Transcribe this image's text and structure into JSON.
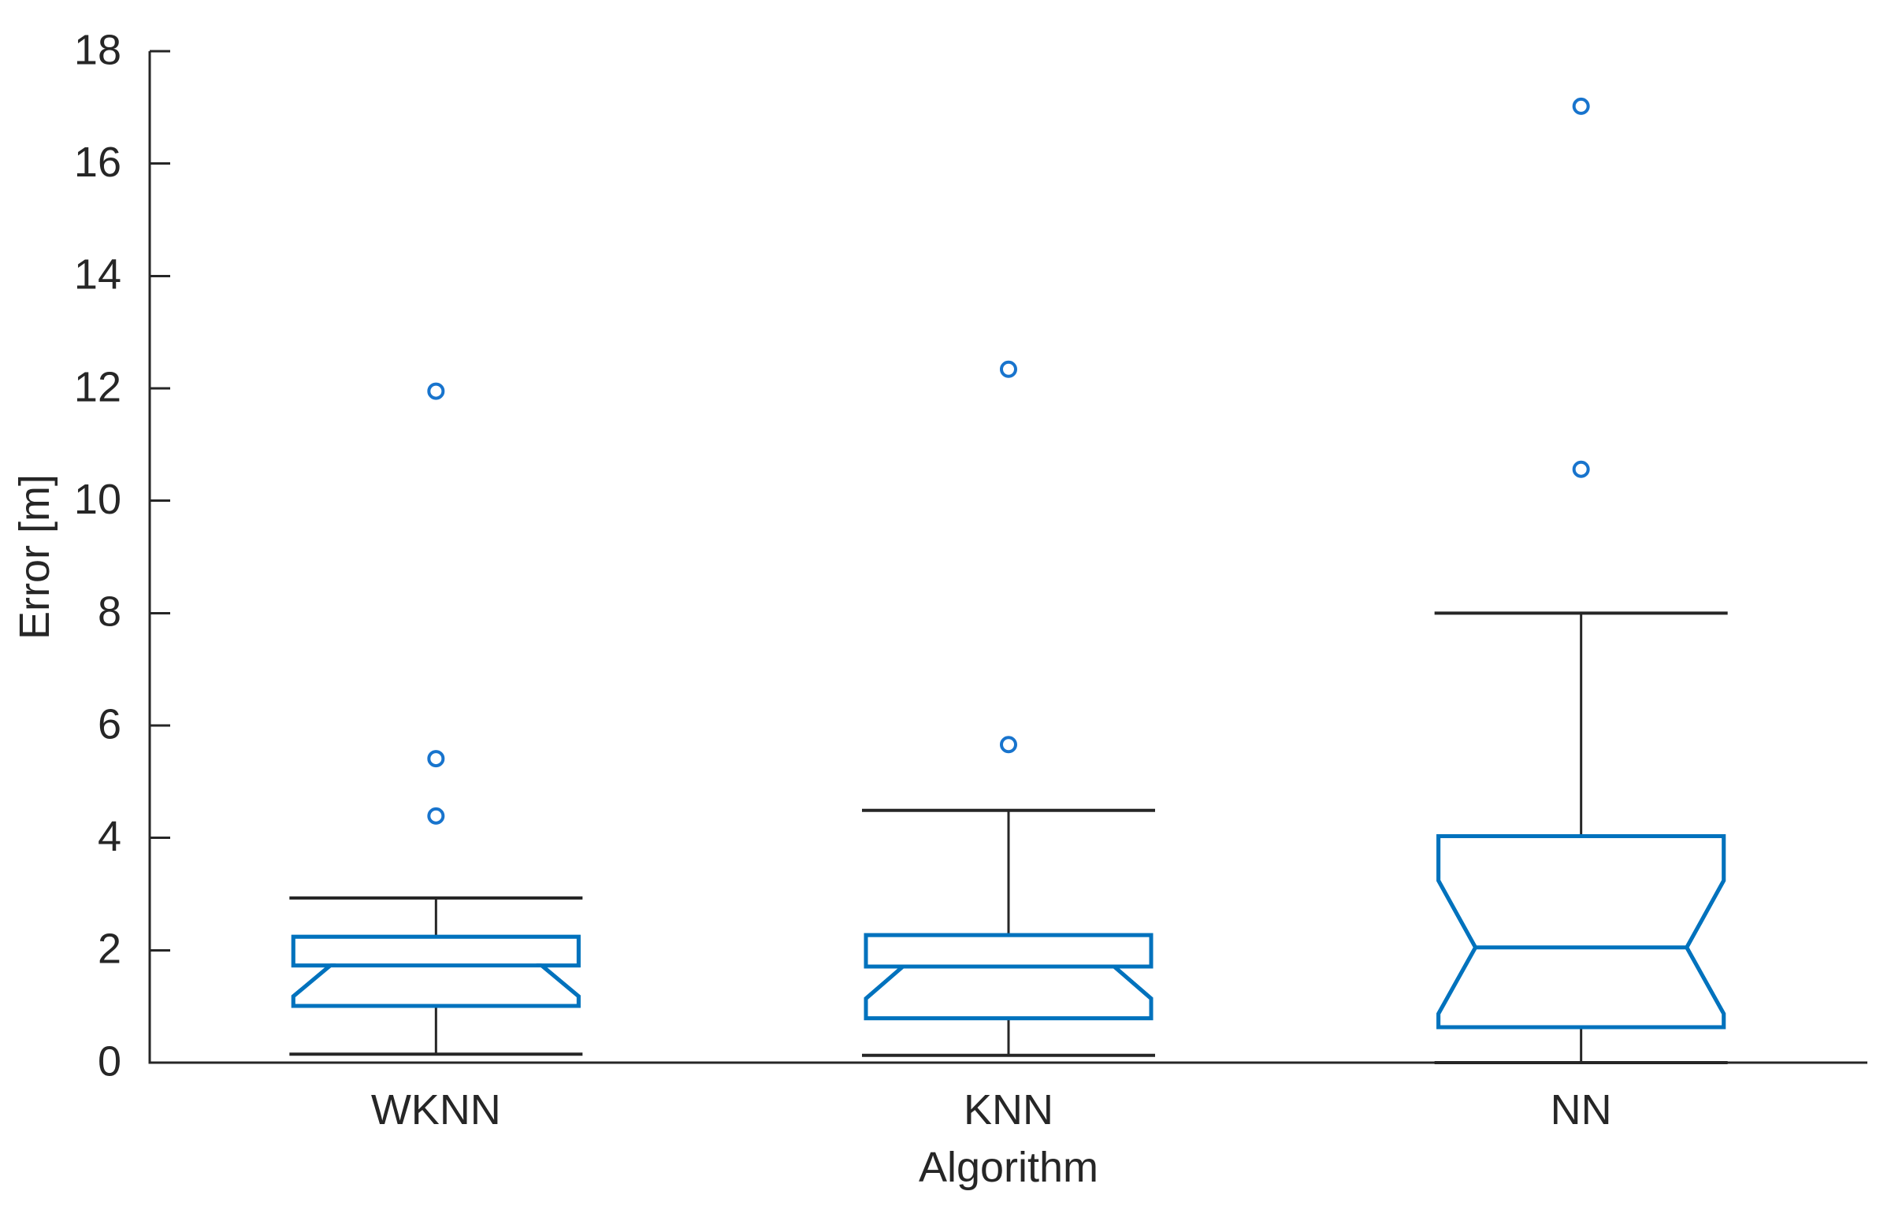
{
  "chart_data": {
    "type": "box",
    "title": "",
    "xlabel": "Algorithm",
    "ylabel": "Error [m]",
    "categories": [
      "WKNN",
      "KNN",
      "NN"
    ],
    "ylim": [
      0,
      18
    ],
    "yticks": [
      0,
      2,
      4,
      6,
      8,
      10,
      12,
      14,
      16,
      18
    ],
    "ytick_labels": [
      "0",
      "2",
      "4",
      "6",
      "8",
      "10",
      "12",
      "14",
      "16",
      "18"
    ],
    "grid": false,
    "legend": null,
    "notched": true,
    "series": [
      {
        "name": "WKNN",
        "whisker_low": 0.15,
        "q1": 1.01,
        "notch_low": 1.18,
        "median": 1.73,
        "notch_high": 1.73,
        "q3": 2.24,
        "whisker_high": 2.93,
        "outliers": [
          11.95,
          5.41,
          4.39
        ]
      },
      {
        "name": "KNN",
        "whisker_low": 0.13,
        "q1": 0.79,
        "notch_low": 1.14,
        "median": 1.71,
        "notch_high": 1.71,
        "q3": 2.27,
        "whisker_high": 4.49,
        "outliers": [
          12.34,
          5.66
        ]
      },
      {
        "name": "NN",
        "whisker_low": 0.0,
        "q1": 0.63,
        "notch_low": 0.87,
        "median": 2.05,
        "notch_high": 3.24,
        "q3": 4.03,
        "whisker_high": 8.0,
        "outliers": [
          17.02,
          10.56
        ]
      }
    ],
    "colors": {
      "box_edge": "#0072BD",
      "box_fill": "#cfe3f3",
      "median": "#0072BD",
      "whisker": "#262626",
      "outlier": "#1874CD",
      "axis": "#262626",
      "background": "#ffffff"
    }
  }
}
